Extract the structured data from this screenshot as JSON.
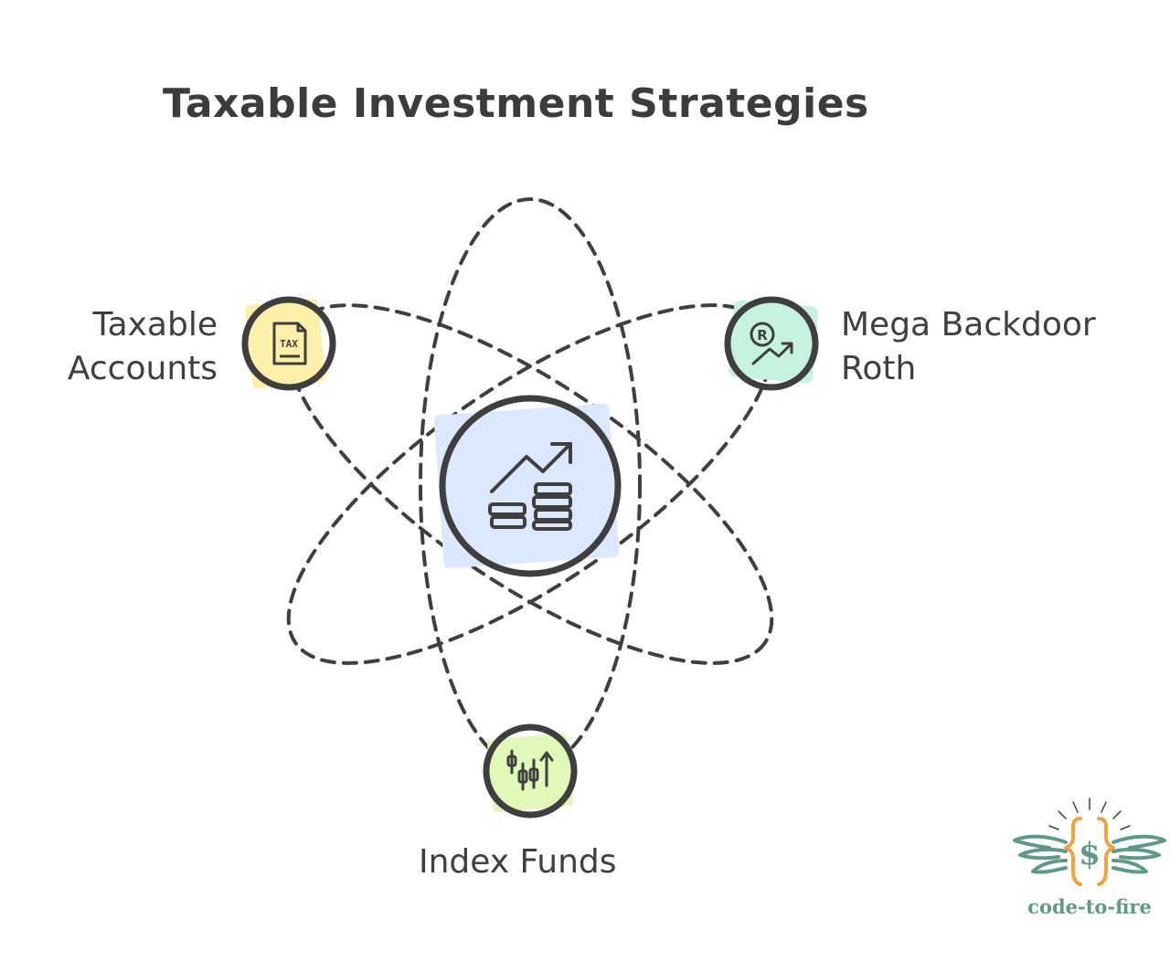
{
  "title": "Taxable Investment Strategies",
  "nodes": {
    "left": {
      "line1": "Taxable",
      "line2": "Accounts",
      "icon": "tax-document-icon",
      "fill": "#fdf0a8",
      "badge": "TAX"
    },
    "right": {
      "line1": "Mega Backdoor",
      "line2": "Roth",
      "icon": "roth-growth-icon",
      "fill": "#c6f3dd",
      "badge": "R"
    },
    "bottom": {
      "line1": "Index Funds",
      "icon": "candlestick-chart-icon",
      "fill": "#e2f8b8"
    },
    "center": {
      "icon": "coins-growth-icon",
      "fill": "#dbe8fd"
    }
  },
  "colors": {
    "stroke": "#3f3f3f",
    "logo_green": "#5f9a88",
    "logo_orange": "#f0a23c"
  },
  "logo": {
    "text": "code-to-fire",
    "symbol": "$"
  }
}
